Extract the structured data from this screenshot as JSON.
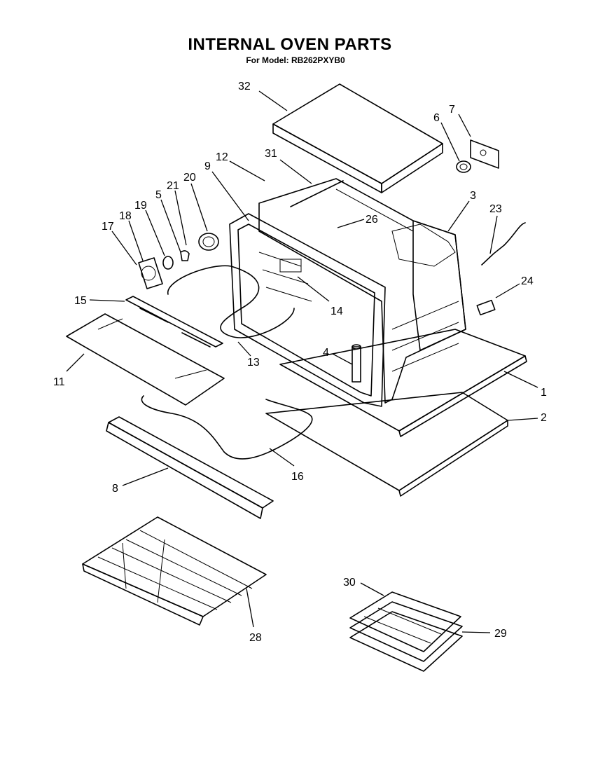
{
  "diagram": {
    "title": "INTERNAL OVEN PARTS",
    "subtitle": "For Model: RB262PXYB0"
  },
  "callouts": [
    {
      "id": "c32",
      "label": "32"
    },
    {
      "id": "c6",
      "label": "6"
    },
    {
      "id": "c7",
      "label": "7"
    },
    {
      "id": "c31",
      "label": "31"
    },
    {
      "id": "c12",
      "label": "12"
    },
    {
      "id": "c9",
      "label": "9"
    },
    {
      "id": "c20",
      "label": "20"
    },
    {
      "id": "c21",
      "label": "21"
    },
    {
      "id": "c5",
      "label": "5"
    },
    {
      "id": "c19",
      "label": "19"
    },
    {
      "id": "c18",
      "label": "18"
    },
    {
      "id": "c17",
      "label": "17"
    },
    {
      "id": "c3",
      "label": "3"
    },
    {
      "id": "c23",
      "label": "23"
    },
    {
      "id": "c26",
      "label": "26"
    },
    {
      "id": "c24",
      "label": "24"
    },
    {
      "id": "c15",
      "label": "15"
    },
    {
      "id": "c14",
      "label": "14"
    },
    {
      "id": "c4",
      "label": "4"
    },
    {
      "id": "c13",
      "label": "13"
    },
    {
      "id": "c11",
      "label": "11"
    },
    {
      "id": "c1",
      "label": "1"
    },
    {
      "id": "c2",
      "label": "2"
    },
    {
      "id": "c16",
      "label": "16"
    },
    {
      "id": "c8",
      "label": "8"
    },
    {
      "id": "c30",
      "label": "30"
    },
    {
      "id": "c29",
      "label": "29"
    },
    {
      "id": "c28",
      "label": "28"
    }
  ]
}
